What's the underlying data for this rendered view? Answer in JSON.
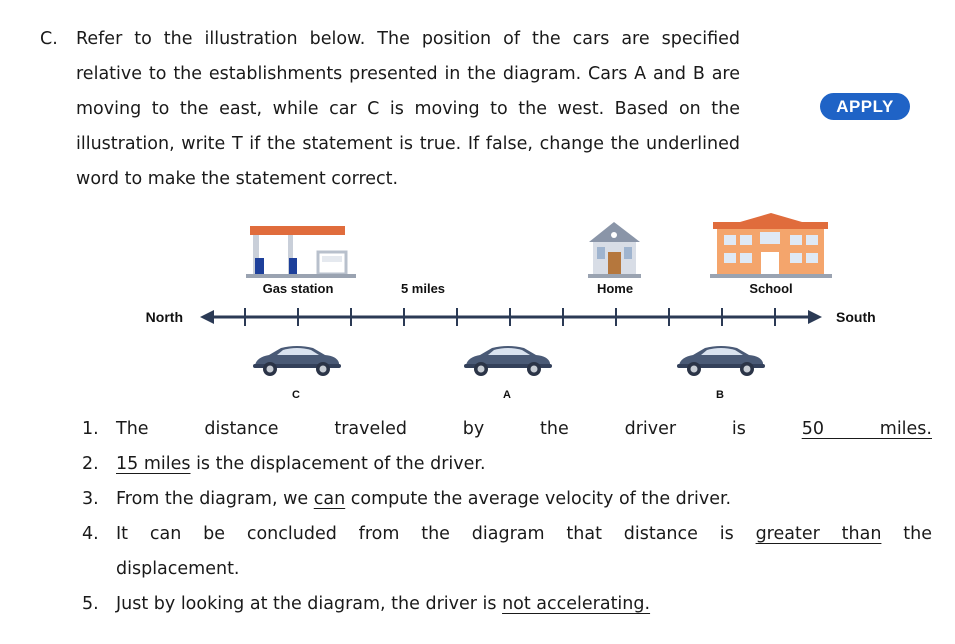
{
  "question": {
    "label": "C.",
    "text": "Refer to the illustration below. The position of the cars are specified relative to the establishments presented in the diagram. Cars A and B are moving to the east, while car C is moving to the west. Based on the illustration, write T if the statement is true. If false, change the underlined word to make the statement correct."
  },
  "badge": {
    "label": "APPLY",
    "color": "#1f63c6"
  },
  "diagram": {
    "places": {
      "gas_station": "Gas station",
      "scale": "5 miles",
      "home": "Home",
      "school": "School"
    },
    "directions": {
      "left": "North",
      "right": "South"
    },
    "cars": {
      "c": "C",
      "a": "A",
      "b": "B"
    },
    "tick_count": 11,
    "colors": {
      "axis": "#2b3a55",
      "car": "#4a5a76",
      "roof": "#e06c3c",
      "school": "#f4a56c",
      "home": "#d8dde6"
    }
  },
  "items": [
    {
      "num": "1.",
      "before": "The distance traveled by the driver is ",
      "underlined": "50 miles.",
      "after": ""
    },
    {
      "num": "2.",
      "before": "",
      "underlined": "15 miles",
      "after": " is the displacement of the driver."
    },
    {
      "num": "3.",
      "before": "From the diagram, we ",
      "underlined": "can",
      "after": " compute the average velocity of the driver."
    },
    {
      "num": "4.",
      "before": "It can be concluded from the diagram that distance is ",
      "underlined": "greater than",
      "after": " the",
      "cont": "displacement."
    },
    {
      "num": "5.",
      "before": "Just by looking at the diagram, the driver is ",
      "underlined": "not accelerating.",
      "after": ""
    }
  ]
}
